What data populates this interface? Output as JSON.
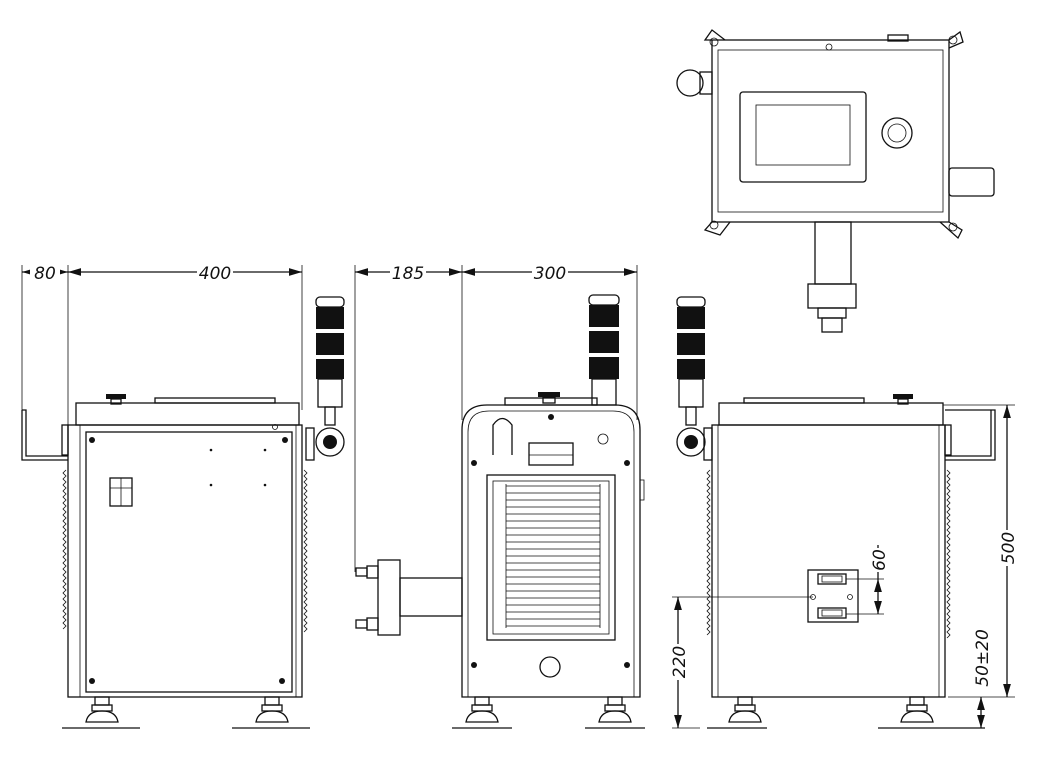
{
  "dimensions": {
    "handle_depth": "80",
    "body_depth": "400",
    "pipe_offset": "185",
    "body_width": "300",
    "body_height": "500",
    "foot_height": "50±20",
    "port_height": "220",
    "port_spacing": "60"
  }
}
